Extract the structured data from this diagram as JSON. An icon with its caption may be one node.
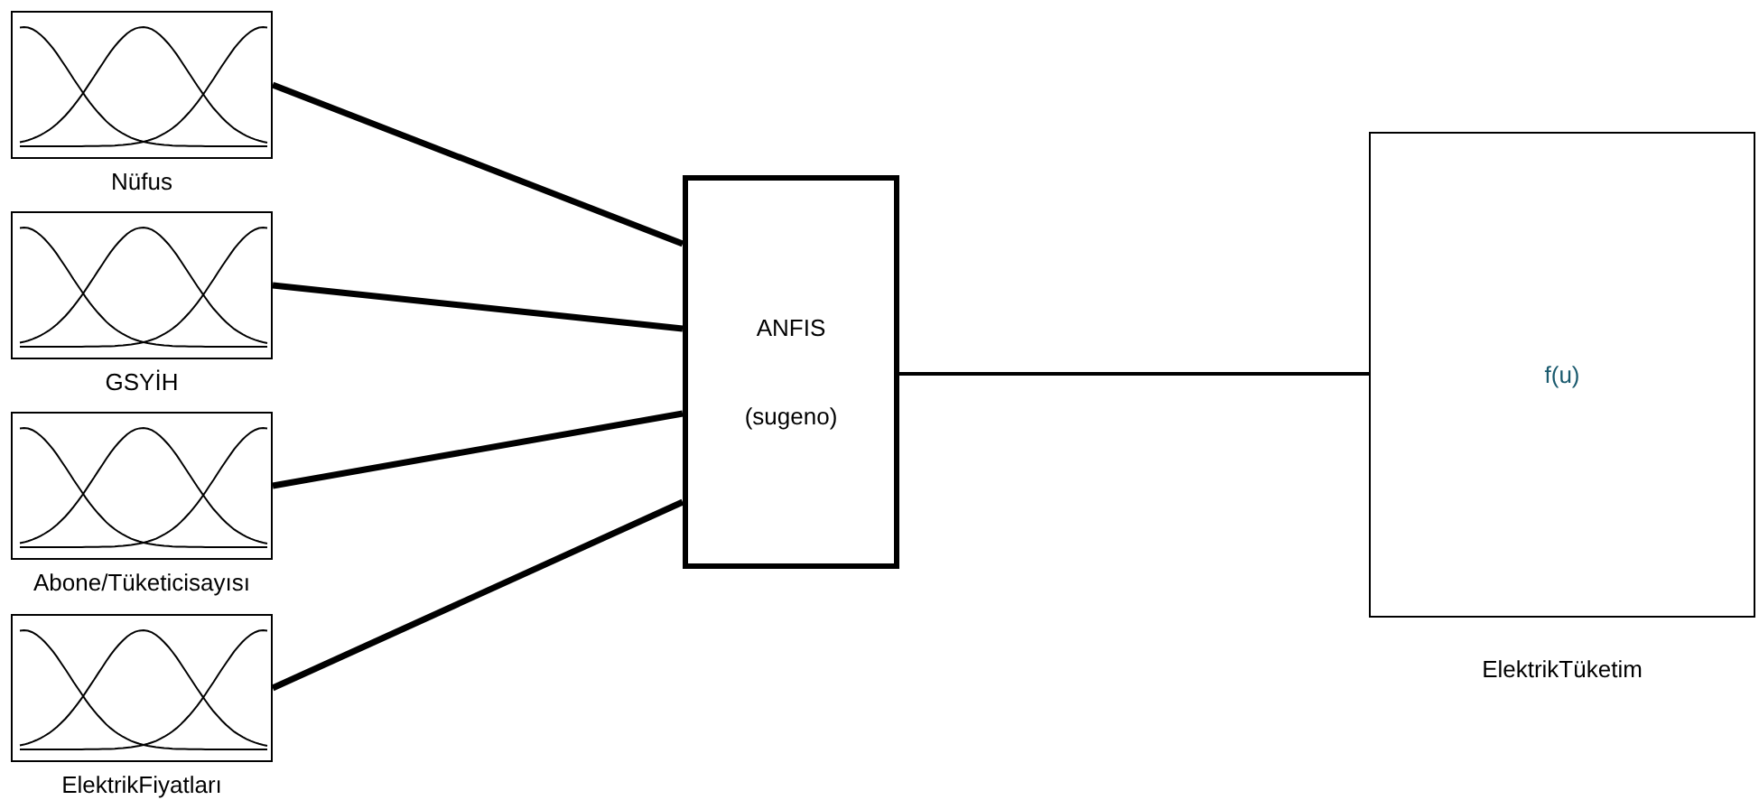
{
  "diagram": {
    "nodes": [
      {
        "text": [],
        "shape": "picture",
        "beside": [
          "Nüfus"
        ]
      },
      {
        "text": [],
        "shape": "picture",
        "beside": [
          "GSYİH"
        ]
      },
      {
        "text": [],
        "shape": "picture",
        "beside": [
          "Abone/Tüketicisayısı"
        ]
      },
      {
        "text": [],
        "shape": "picture",
        "beside": [
          "ElektrikFiyatları"
        ]
      },
      {
        "text": [
          "ANFIS",
          "(sugeno)"
        ]
      },
      {
        "text": [
          "f(u)"
        ],
        "beside": [
          "ElektrikTüketim"
        ]
      }
    ],
    "edges": [
      {
        "from": 0,
        "to": 4,
        "arrow": "none"
      },
      {
        "from": 1,
        "to": 4,
        "arrow": "none"
      },
      {
        "from": 2,
        "to": 4,
        "arrow": "none"
      },
      {
        "from": 3,
        "to": 4,
        "arrow": "none"
      },
      {
        "from": 4,
        "to": 5,
        "arrow": "none"
      }
    ]
  }
}
